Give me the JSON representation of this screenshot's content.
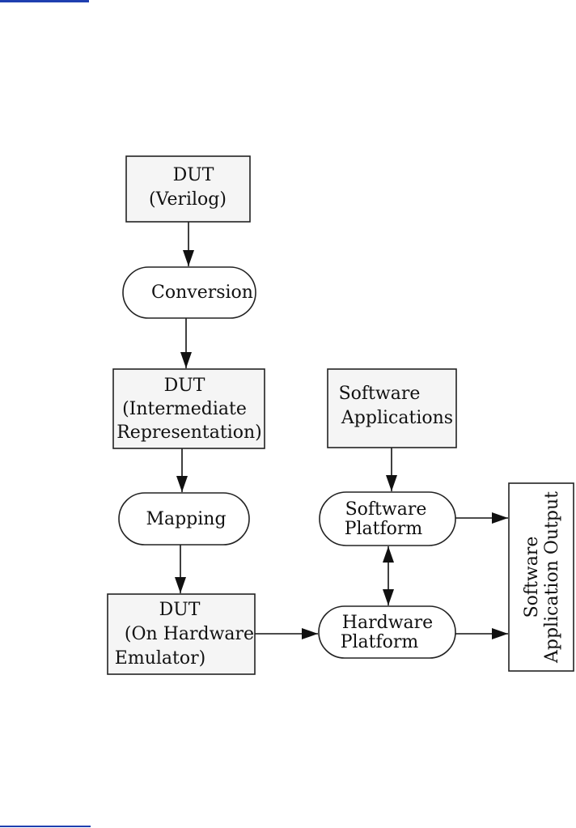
{
  "diagram": {
    "nodes": {
      "dut_verilog": {
        "lines": [
          "DUT",
          "(Verilog)"
        ]
      },
      "conversion": {
        "lines": [
          "Conversion"
        ]
      },
      "dut_ir": {
        "lines": [
          "DUT",
          "(Intermediate",
          "Representation)"
        ]
      },
      "mapping": {
        "lines": [
          "Mapping"
        ]
      },
      "dut_emulator": {
        "lines": [
          "DUT",
          "(On Hardware",
          "Emulator)"
        ]
      },
      "software_applications": {
        "lines": [
          "Software",
          "Applications"
        ]
      },
      "software_platform": {
        "lines": [
          "Software",
          "Platform"
        ]
      },
      "hardware_platform": {
        "lines": [
          "Hardware",
          "Platform"
        ]
      },
      "software_application_output": {
        "lines": [
          "Software",
          "Application Output"
        ]
      }
    },
    "edges": [
      {
        "from": "dut_verilog",
        "to": "conversion"
      },
      {
        "from": "conversion",
        "to": "dut_ir"
      },
      {
        "from": "dut_ir",
        "to": "mapping"
      },
      {
        "from": "mapping",
        "to": "dut_emulator"
      },
      {
        "from": "dut_emulator",
        "to": "hardware_platform"
      },
      {
        "from": "software_applications",
        "to": "software_platform"
      },
      {
        "from": "software_platform",
        "to": "hardware_platform",
        "bidirectional": true
      },
      {
        "from": "software_platform",
        "to": "software_application_output"
      },
      {
        "from": "hardware_platform",
        "to": "software_application_output"
      }
    ]
  }
}
